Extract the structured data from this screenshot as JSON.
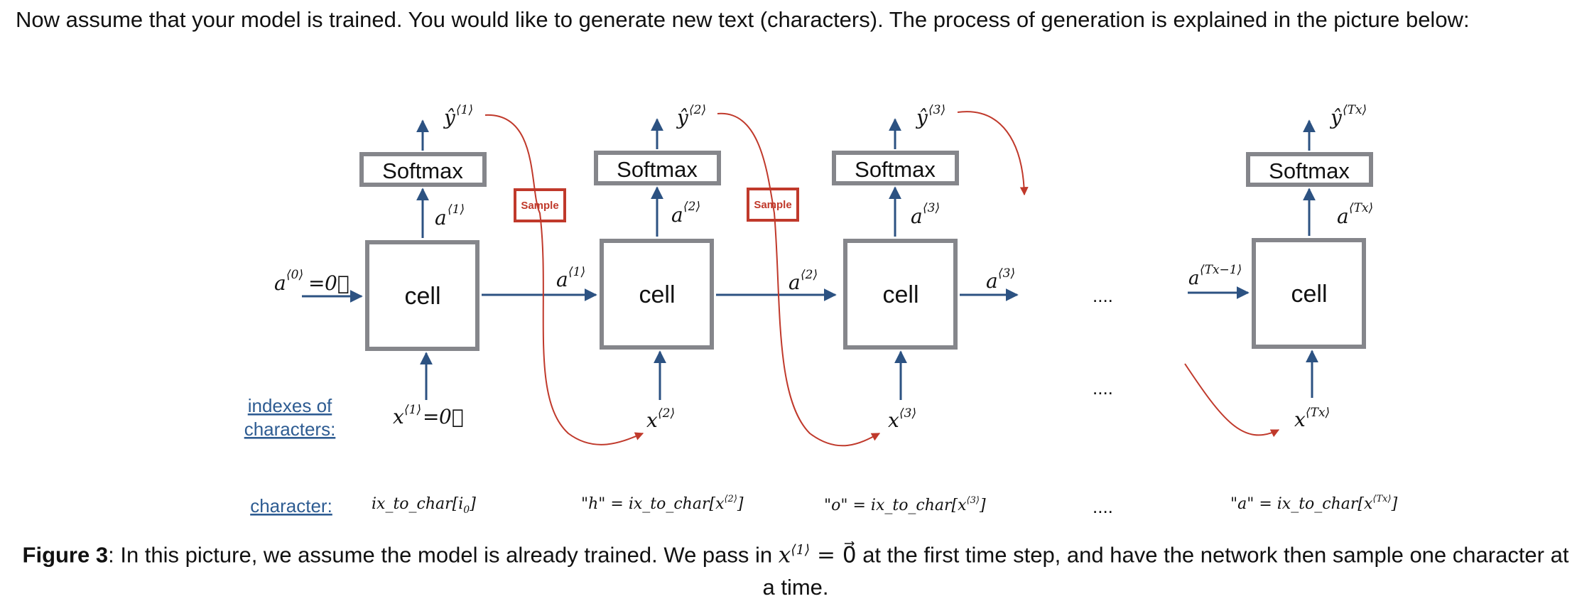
{
  "intro_text": "Now assume that your model is trained. You would like to generate new text (characters). The process of generation is explained in the picture below:",
  "diagram": {
    "softmax_label": "Softmax",
    "cell_label": "cell",
    "sample_label": "Sample",
    "dots": "....",
    "row_labels": {
      "indexes_line1": "indexes of",
      "indexes_line2": "characters:",
      "character": "character:"
    },
    "symbols": {
      "y_hat": "ŷ",
      "a": "a",
      "x": "x",
      "zero_vec": "0⃗",
      "equals": "=",
      "sup_0": "⟨0⟩",
      "sup_1": "⟨1⟩",
      "sup_2": "⟨2⟩",
      "sup_3": "⟨3⟩",
      "sup_Tx": "⟨Tx⟩",
      "sup_Tx_minus_1": "⟨Tx−1⟩"
    },
    "characters": {
      "c1_main": "ix_to_char[i",
      "c1_sub": "0",
      "c1_end": "]",
      "c2_prefix": "\"h\" = ix_to_char[x",
      "c2_sup": "⟨2⟩",
      "c2_end": "]",
      "c3_prefix": "\"o\" = ix_to_char[x",
      "c3_sup": "⟨3⟩",
      "c3_end": "]",
      "c4_prefix": "\"a\" = ix_to_char[x",
      "c4_sup": "⟨Tx⟩",
      "c4_end": "]"
    },
    "colors": {
      "box_gray": "#85868b",
      "arrow_blue": "#2c5282",
      "sample_red": "#c0392b",
      "link_blue": "#2e5c92"
    }
  },
  "caption": {
    "bold_prefix": "Figure 3",
    "text_a": ": In this picture, we assume the model is already trained. We pass in ",
    "math_x": "x",
    "math_sup": "⟨1⟩",
    "math_eq": " = 0⃗",
    "text_b": " at the first time step, and have the network then sample one character at a time."
  }
}
